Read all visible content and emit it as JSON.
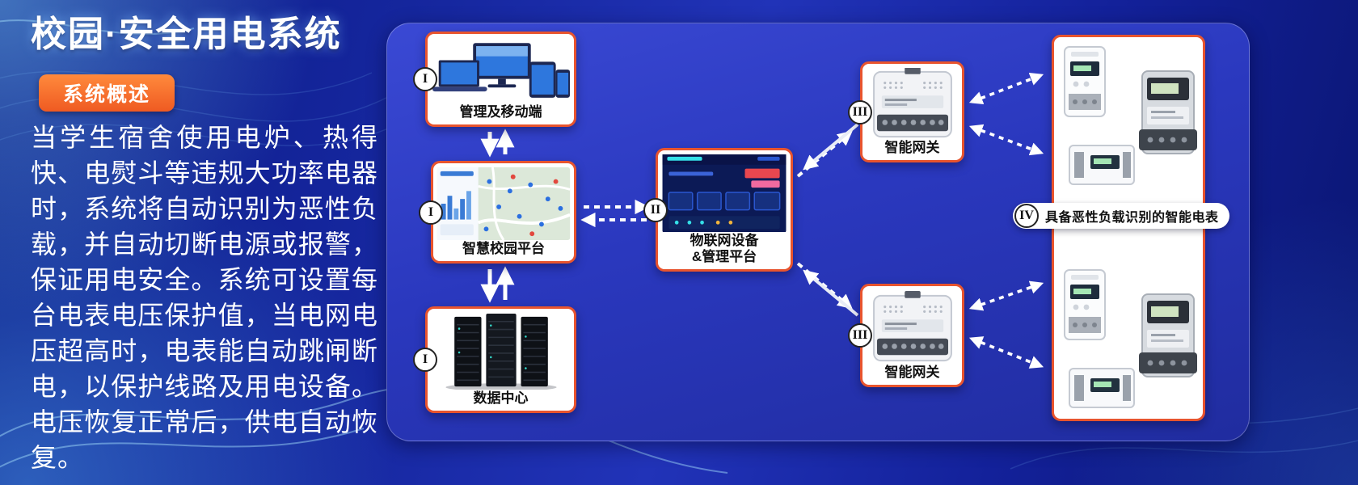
{
  "header": {
    "title": "校园·安全用电系统",
    "badge": "系统概述"
  },
  "overview": {
    "text": "当学生宿舍使用电炉、热得快、电熨斗等违规大功率电器时，系统将自动识别为恶性负载，并自动切断电源或报警，保证用电安全。系统可设置每台电表电压保护值，当电网电压超高时，电表能自动跳闸断电，以保护线路及用电设备。电压恢复正常后，供电自动恢复。"
  },
  "diagram": {
    "management": {
      "numeral": "I",
      "label": "管理及移动端"
    },
    "campus": {
      "numeral": "I",
      "label": "智慧校园平台"
    },
    "datacenter": {
      "numeral": "I",
      "label": "数据中心"
    },
    "iot": {
      "numeral": "II",
      "label1": "物联网设备",
      "label2": "&管理平台"
    },
    "gateway_top": {
      "numeral": "III",
      "label": "智能网关"
    },
    "gateway_bottom": {
      "numeral": "III",
      "label": "智能网关"
    },
    "meters": {
      "numeral": "IV",
      "label": "具备恶性负载识别的智能电表"
    }
  },
  "colors": {
    "background": "#14249e",
    "panel": "#2c3abf",
    "card_border": "#e8542e",
    "badge": "#f26a2c",
    "arrow": "#ffffff",
    "text": "#ffffff"
  }
}
